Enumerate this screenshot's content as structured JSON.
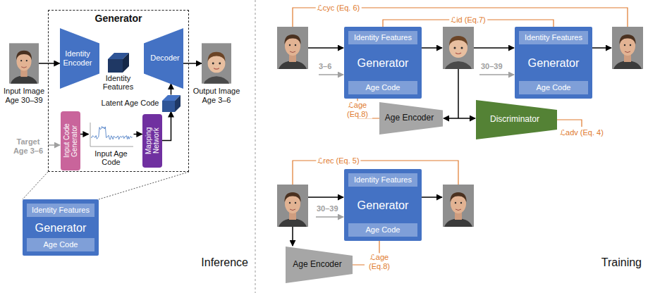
{
  "diagram": {
    "nodes": [
      {
        "text": [
          "Input Image Age 30–39"
        ]
      },
      {
        "text": [
          "Generator"
        ]
      },
      {
        "text": [
          "Identity Encoder"
        ],
        "in": 1
      },
      {
        "text": [
          "Identity Features"
        ],
        "in": 1
      },
      {
        "text": [
          "Decoder"
        ],
        "in": 1
      },
      {
        "text": [
          "Latent Age Code"
        ],
        "in": 1
      },
      {
        "text": [
          "Input Code Generator"
        ],
        "in": 1
      },
      {
        "text": [
          "Input Age Code"
        ],
        "in": 1
      },
      {
        "text": [
          "Mapping Network"
        ],
        "in": 1
      },
      {
        "text": [
          "Output Image Age 3–6"
        ]
      },
      {
        "text": [
          "Generator"
        ]
      },
      {
        "text": [
          "Identity Features"
        ],
        "in": 10
      },
      {
        "text": [
          "Age Code"
        ],
        "in": 10
      },
      {
        "text": [
          "Generator"
        ]
      },
      {
        "text": [
          "Identity Features"
        ],
        "in": 13
      },
      {
        "text": [
          "Age Code"
        ],
        "in": 13
      },
      {
        "text": [
          "Generator"
        ]
      },
      {
        "text": [
          "Identity Features"
        ],
        "in": 16
      },
      {
        "text": [
          "Age Code"
        ],
        "in": 16
      },
      {
        "text": [
          "Age Encoder"
        ]
      },
      {
        "text": [
          "Discriminator"
        ]
      },
      {
        "text": [
          "Generator"
        ]
      },
      {
        "text": [
          "Identity Features"
        ],
        "in": 21
      },
      {
        "text": [
          "Age Code"
        ],
        "in": 21
      },
      {
        "text": [
          "Age Encoder"
        ]
      }
    ],
    "edges": [
      {
        "from": 0,
        "to": 2,
        "arrow": "to"
      },
      {
        "from": 4,
        "to": 9,
        "arrow": "to"
      },
      {
        "from": 6,
        "to": 7,
        "arrow": "to"
      },
      {
        "from": 7,
        "to": 8,
        "arrow": "to"
      },
      {
        "from": 8,
        "to": 5,
        "arrow": "to"
      },
      {
        "from": 5,
        "to": 4,
        "arrow": "to"
      },
      {
        "from": 15,
        "to": 19,
        "label": "ℒage (Eq.8)",
        "arrow": "none"
      },
      {
        "from": 13,
        "to": 16,
        "label": "ℒid (Eq.7)",
        "arrow": "none"
      },
      {
        "from": 23,
        "to": 24,
        "label": "ℒage (Eq.8)",
        "arrow": "none"
      }
    ],
    "labels": [
      "Target Age 3–6",
      "Inference",
      "3–6",
      "30–39",
      "30–39",
      "ℒcyc (Eq. 6)",
      "ℒrec (Eq. 5)",
      "ℒadv (Eq. 4)",
      "Training"
    ]
  }
}
